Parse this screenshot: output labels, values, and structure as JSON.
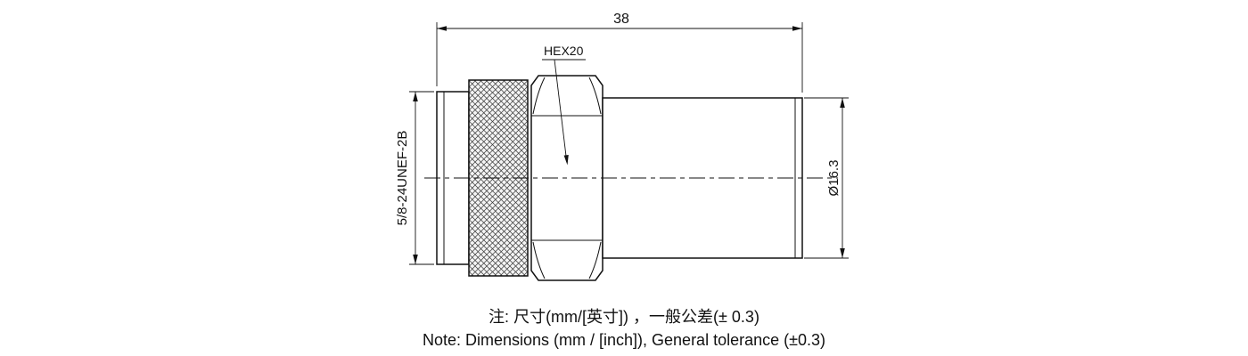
{
  "dims": {
    "length": "38",
    "hex": "HEX20",
    "thread": "5/8-24UNEF-2B",
    "diameter": "Ø16.3"
  },
  "notes": {
    "cn": "注: 尺寸(mm/[英寸]) ，一般公差(± 0.3)",
    "en": "Note: Dimensions (mm / [inch]), General tolerance (±0.3)"
  }
}
